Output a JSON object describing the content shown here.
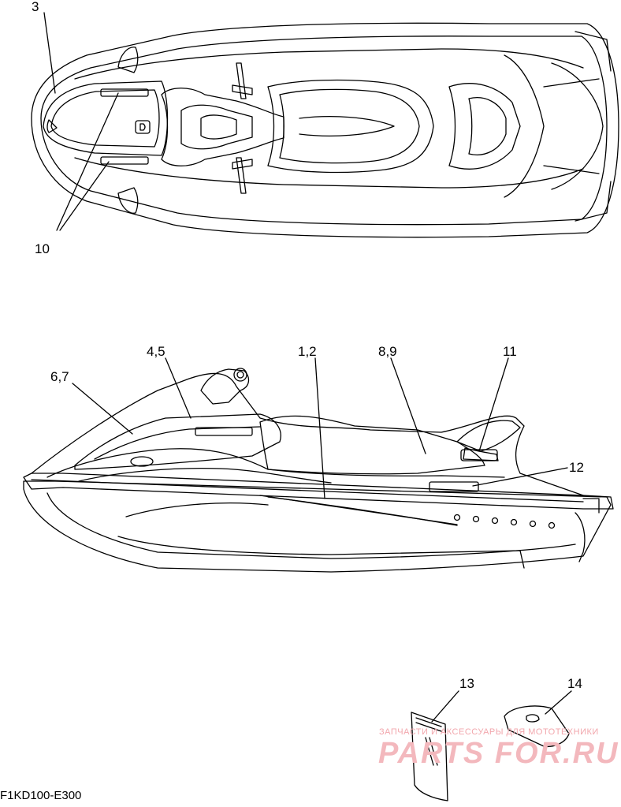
{
  "callouts": {
    "c3": "3",
    "c10": "10",
    "c45": "4,5",
    "c12": "1,2",
    "c89": "8,9",
    "c11": "11",
    "c67": "6,7",
    "c12b": "12",
    "c13": "13",
    "c14": "14"
  },
  "diagram_code": "F1KD100-E300",
  "watermark": {
    "tagline": "ЗАПЧАСТИ И АКСЕССУАРЫ ДЛЯ МОТОТЕХНИКИ",
    "brand": "PARTS FOR.RU"
  },
  "colors": {
    "line": "#000000",
    "watermark": "#f3b8bd"
  }
}
